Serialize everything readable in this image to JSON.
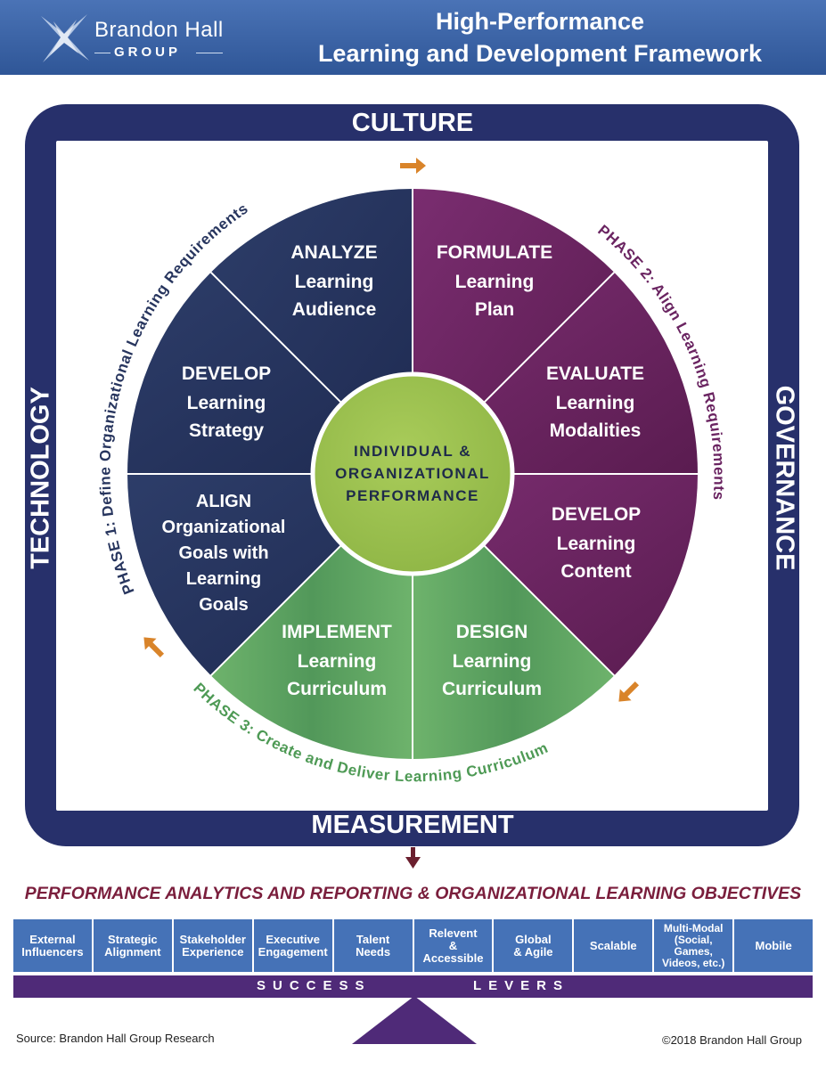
{
  "header": {
    "logo_name": "Brandon Hall",
    "logo_group": "GROUP",
    "title_line1": "High-Performance",
    "title_line2": "Learning and Development Framework"
  },
  "frame": {
    "top": "CULTURE",
    "left": "TECHNOLOGY",
    "right": "GOVERNANCE",
    "bottom": "MEASUREMENT"
  },
  "phases": {
    "phase1": "PHASE 1: Define Organizational Learning Requirements",
    "phase2": "PHASE 2: Align Learning Requirements",
    "phase3": "PHASE 3: Create and Deliver Learning Curriculum"
  },
  "center": {
    "line1": "INDIVIDUAL &",
    "line2": "ORGANIZATIONAL",
    "line3": "PERFORMANCE"
  },
  "segments": {
    "analyze": [
      "ANALYZE",
      "Learning",
      "Audience"
    ],
    "formulate": [
      "FORMULATE",
      "Learning",
      "Plan"
    ],
    "evaluate": [
      "EVALUATE",
      "Learning",
      "Modalities"
    ],
    "develop_content": [
      "DEVELOP",
      "Learning",
      "Content"
    ],
    "design": [
      "DESIGN",
      "Learning",
      "Curriculum"
    ],
    "implement": [
      "IMPLEMENT",
      "Learning",
      "Curriculum"
    ],
    "align": [
      "ALIGN",
      "Organizational",
      "Goals with",
      "Learning",
      "Goals"
    ],
    "develop_strategy": [
      "DEVELOP",
      "Learning",
      "Strategy"
    ]
  },
  "objectives_title": "PERFORMANCE ANALYTICS AND REPORTING & ORGANIZATIONAL LEARNING OBJECTIVES",
  "levers": [
    "External\nInfluencers",
    "Strategic\nAlignment",
    "Stakeholder\nExperience",
    "Executive\nEngagement",
    "Talent\nNeeds",
    "Relevent\n&\nAccessible",
    "Global\n& Agile",
    "Scalable",
    "Multi-Modal\n(Social,\nGames,\nVideos, etc.)",
    "Mobile"
  ],
  "success_levers": {
    "word1": "SUCCESS",
    "word2": "LEVERS"
  },
  "footer": {
    "source": "Source: Brandon Hall Group Research",
    "copyright": "©2018 Brandon Hall Group"
  },
  "colors": {
    "header_blue": "#3a64a8",
    "frame_navy": "#27306b",
    "phase1_navy": "#27355e",
    "phase2_purple": "#6a2461",
    "phase3_green": "#5ea561",
    "center_green": "#9dc24f",
    "arrow_orange": "#d9842a",
    "objective_red": "#7a1e3c",
    "lever_blue": "#4572b7",
    "beam_purple": "#4f2a78"
  }
}
